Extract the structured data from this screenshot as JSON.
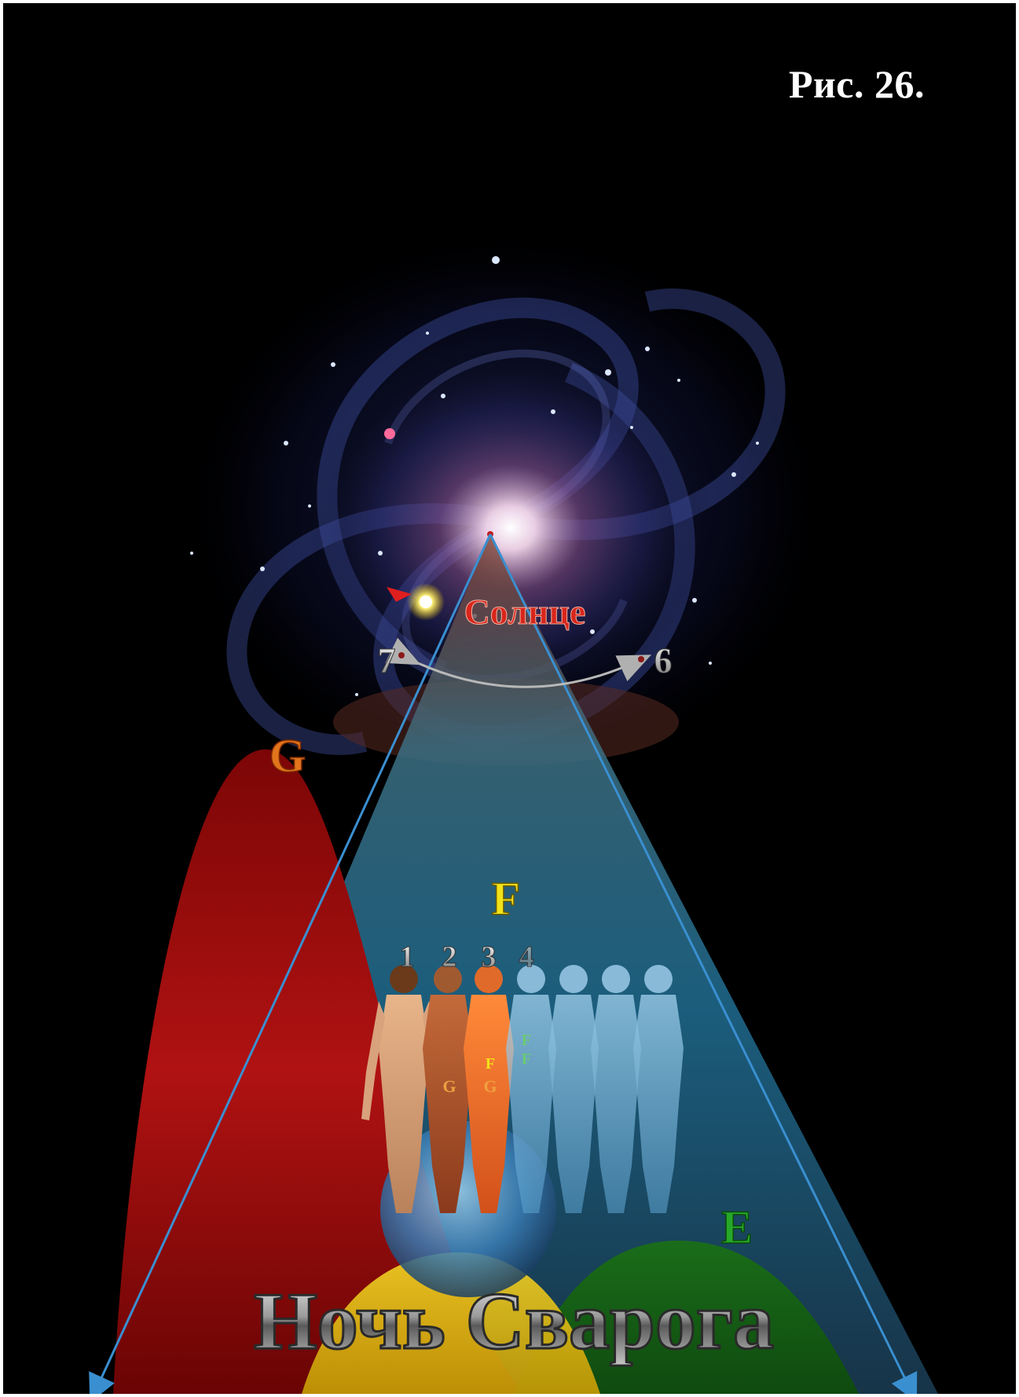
{
  "figure_label": "Рис. 26.",
  "labels": {
    "sun": "Солнце",
    "point_left": "7",
    "point_right": "6",
    "region_g": "G",
    "region_f": "F",
    "region_e": "E",
    "figure_1": "1",
    "figure_2": "2",
    "figure_3": "3",
    "figure_4": "4",
    "body_letter_g1": "G",
    "body_letter_g2": "G",
    "body_letter_f1": "F",
    "body_letter_f2": "F",
    "body_letter_f3": "F",
    "title": "Ночь Сварога"
  },
  "colors": {
    "background": "#000000",
    "region_g": "#a00d0d",
    "region_f": "#2a7fa8",
    "region_e": "#1f8a1f",
    "region_yellow": "#e8c40a",
    "sun_label": "#d8261c",
    "letter_g": "#e2741c",
    "letter_f": "#f3e21a",
    "letter_e": "#27a82a",
    "triangle_lines": "#3a8fd0"
  }
}
